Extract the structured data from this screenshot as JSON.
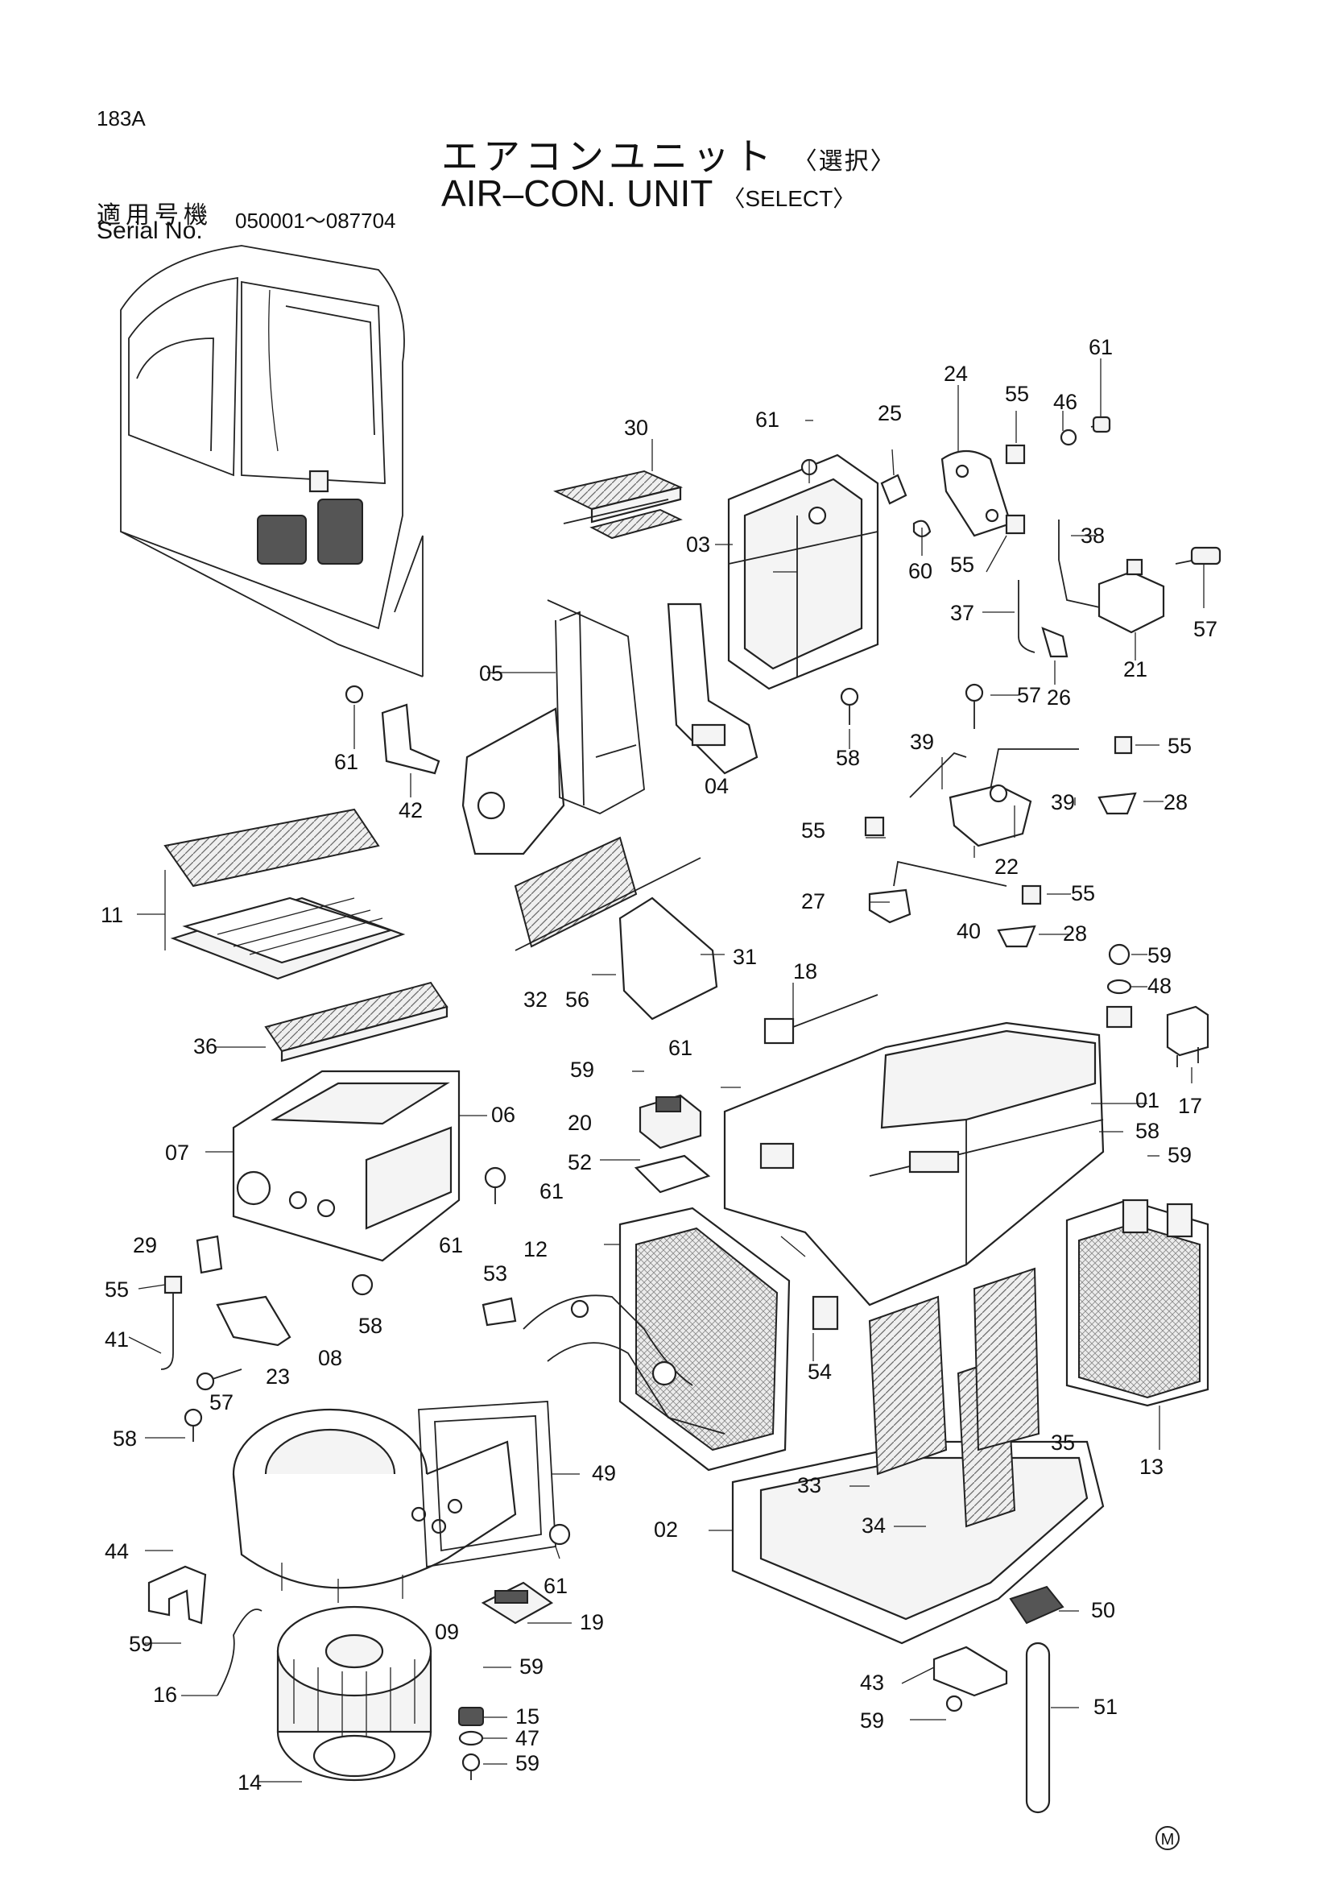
{
  "page_code": "183A",
  "title_jp": "エアコンユニット",
  "title_jp_note": "〈選択〉",
  "title_en": "AIR–CON. UNIT",
  "title_en_note": "〈SELECT〉",
  "serial_label_jp": "適用号機",
  "serial_label_en": "Serial No.",
  "serial_range": "050001～087704",
  "badge": "M",
  "callouts": [
    "183A"
  ],
  "labels": {
    "l01": "01",
    "l02": "02",
    "l03": "03",
    "l04": "04",
    "l05": "05",
    "l06": "06",
    "l07": "07",
    "l08": "08",
    "l09": "09",
    "l11": "11",
    "l12": "12",
    "l13": "13",
    "l14": "14",
    "l15": "15",
    "l16": "16",
    "l17": "17",
    "l18": "18",
    "l19": "19",
    "l20": "20",
    "l21": "21",
    "l22": "22",
    "l23": "23",
    "l24": "24",
    "l25": "25",
    "l26": "26",
    "l27": "27",
    "l28a": "28",
    "l28b": "28",
    "l29": "29",
    "l30": "30",
    "l31": "31",
    "l32": "32",
    "l33": "33",
    "l34": "34",
    "l35": "35",
    "l36": "36",
    "l37": "37",
    "l38": "38",
    "l39a": "39",
    "l39b": "39",
    "l40": "40",
    "l41": "41",
    "l42": "42",
    "l43": "43",
    "l44": "44",
    "l46": "46",
    "l47": "47",
    "l48": "48",
    "l49": "49",
    "l50": "50",
    "l51": "51",
    "l52": "52",
    "l53": "53",
    "l54": "54",
    "l55a": "55",
    "l55b": "55",
    "l55c": "55",
    "l55d": "55",
    "l55e": "55",
    "l55f": "55",
    "l56": "56",
    "l57a": "57",
    "l57b": "57",
    "l57c": "57",
    "l58a": "58",
    "l58b": "58",
    "l58c": "58",
    "l58d": "58",
    "l59a": "59",
    "l59b": "59",
    "l59c": "59",
    "l59d": "59",
    "l59e": "59",
    "l59f": "59",
    "l59g": "59",
    "l60": "60",
    "l61a": "61",
    "l61b": "61",
    "l61c": "61",
    "l61d": "61",
    "l61e": "61",
    "l61f": "61",
    "l61g": "61"
  }
}
